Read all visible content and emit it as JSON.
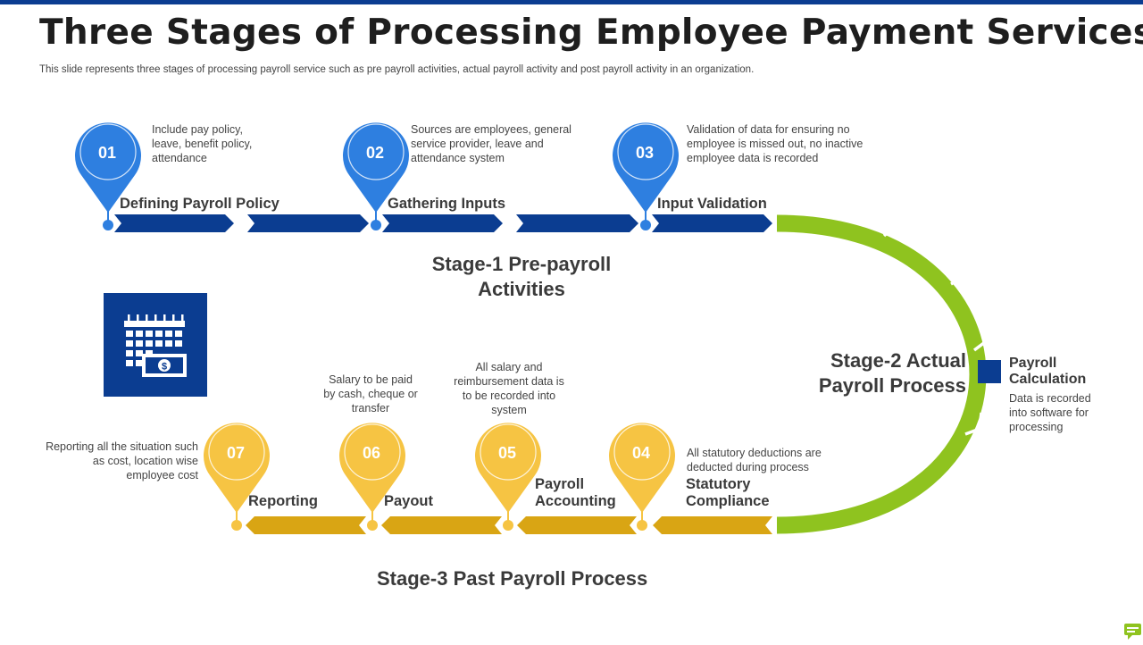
{
  "title": "Three Stages of Processing Employee Payment Services",
  "subtitle": "This slide represents three stages of processing payroll service such as pre payroll activities, actual payroll activity and post payroll activity in an organization.",
  "stages": {
    "stage1": "Stage-1 Pre-payroll Activities",
    "stage2": "Stage-2 Actual Payroll Process",
    "stage3": "Stage-3 Past Payroll Process"
  },
  "steps": [
    {
      "num": "01",
      "label": "Defining Payroll Policy",
      "desc": "Include pay policy, leave, benefit policy, attendance"
    },
    {
      "num": "02",
      "label": "Gathering Inputs",
      "desc": "Sources are employees, general service provider, leave and attendance system"
    },
    {
      "num": "03",
      "label": "Input Validation",
      "desc": "Validation of data for ensuring no employee is missed out, no inactive employee data is recorded"
    },
    {
      "num": "04",
      "label": "Statutory Compliance",
      "desc": "All statutory deductions are deducted during process"
    },
    {
      "num": "05",
      "label": "Payroll Accounting",
      "desc": "All salary and reimbursement data is to be recorded into system"
    },
    {
      "num": "06",
      "label": "Payout",
      "desc": "Salary to be paid by cash, cheque or transfer"
    },
    {
      "num": "07",
      "label": "Reporting",
      "desc": "Reporting all the situation such as cost, location wise employee cost"
    }
  ],
  "payroll_calculation": {
    "title": "Payroll Calculation",
    "desc": "Data is recorded into software for processing"
  },
  "colors": {
    "blue_pin": "#2e7fe0",
    "blue_arrow": "#0b3d91",
    "green_arc": "#8fc31f",
    "yellow_pin": "#f6c443",
    "yellow_arrow": "#d9a514"
  },
  "icons": {
    "calendar": "calendar-money-icon",
    "corner": "chat-icon"
  }
}
